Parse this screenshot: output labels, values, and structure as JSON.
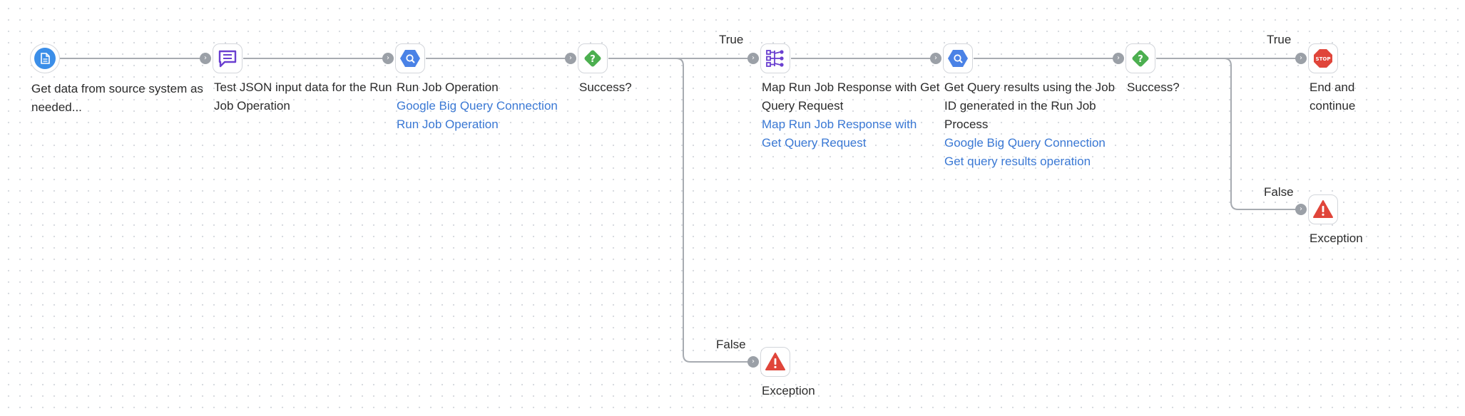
{
  "colors": {
    "link": "#3a78d4",
    "wire": "#9ba0a7",
    "file_icon": "#3b8ee8",
    "message_icon": "#6a3fd0",
    "bigquery_icon": "#4a82e6",
    "condition_icon": "#4caf50",
    "mapper_icon": "#6a3fd0",
    "stop_icon": "#e0453a",
    "exception_icon": "#e0453a"
  },
  "nodes": {
    "source": {
      "icon": "file-icon",
      "title": "Get data from source system as needed..."
    },
    "test_json": {
      "icon": "message-icon",
      "title": "Test JSON input data for the Run Job Operation"
    },
    "run_job": {
      "icon": "bigquery-icon",
      "title": "Run Job Operation",
      "link1": "Google Big Query Connection",
      "link2": "Run Job Operation"
    },
    "success1": {
      "icon": "question-diamond-icon",
      "title": "Success?"
    },
    "map": {
      "icon": "mapper-icon",
      "title": "Map Run Job Response with Get Query Request",
      "link1": "Map Run Job Response with Get Query Request"
    },
    "get_results": {
      "icon": "bigquery-icon",
      "title": "Get Query results using the Job ID generated in the Run Job Process",
      "link1": "Google Big Query Connection",
      "link2": "Get query results operation"
    },
    "success2": {
      "icon": "question-diamond-icon",
      "title": "Success?"
    },
    "end": {
      "icon": "stop-icon",
      "title": "End and continue",
      "stop_text": "STOP"
    },
    "exception1": {
      "icon": "warning-icon",
      "title": "Exception"
    },
    "exception2": {
      "icon": "warning-icon",
      "title": "Exception"
    }
  },
  "branches": {
    "true1": "True",
    "false1": "False",
    "true2": "True",
    "false2": "False"
  },
  "connector_glyph": "›"
}
